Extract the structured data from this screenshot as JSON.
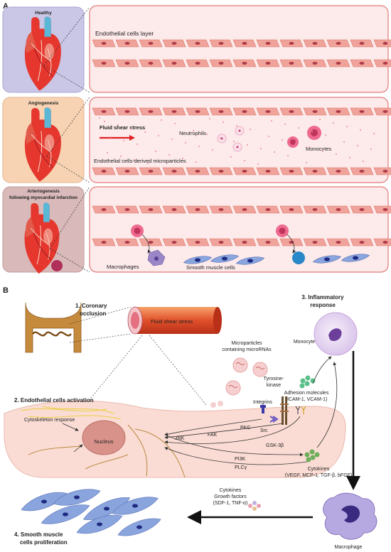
{
  "panel_a": {
    "label": "A",
    "healthy": "Healthy",
    "angiogenesis": "Angiogenesis",
    "arteriogenesis_1": "Arteriogenesis",
    "arteriogenesis_2": "following myocardial infarction",
    "endothelial_layer": "Endothelial cells layer",
    "fluid_shear": "Fluid shear stress",
    "neutrophils": "Neutrophils",
    "monocytes": "Monocytes",
    "microparticles": "Endothelial cells-derived microparticles",
    "macrophages": "Macrophages",
    "smooth_muscle": "Smooth muscle cells"
  },
  "panel_b": {
    "label": "B",
    "step1_a": "1. Coronary",
    "step1_b": "occlusion",
    "fluid_shear": "Fluid shear stress",
    "step3_a": "3. Inflammatory",
    "step3_b": "response",
    "monocyte": "Monocyte",
    "microparticles_a": "Microparticles",
    "microparticles_b": "containing microRNAs",
    "tyrosine_a": "Tyrosine-",
    "tyrosine_b": "kinase",
    "adhesion_a": "Adhesion molecules",
    "adhesion_b": "(ICAM-1, VCAM-1)",
    "step2": "2. Endothelial cells activation",
    "integrins": "Integrins",
    "cytoskeleton": "Cytoskeleton response",
    "nucleus": "Nucleus",
    "pkc": "PKC",
    "src": "Src",
    "fak": "FAK",
    "jnk": "JNK",
    "gsk": "GSK-3β",
    "pi3k": "PI3K",
    "plcy": "PLCγ",
    "cytokines_a": "Cytokines",
    "cytokines_b": "(VEGF, MCP-1, TGF-β, bFGF)",
    "gf_a": "Cytokines",
    "gf_b": "Growth factors",
    "gf_c": "(SDF-1, TNF-α)",
    "step4_a": "4. Smooth muscle",
    "step4_b": "cells proliferation",
    "macrophage": "Macrophage"
  },
  "colors": {
    "panel_border": "#e07a7a",
    "panel_fill": "#fdeaea",
    "endo_cell": "#f0a39a",
    "endo_nucleus": "#b03a4a",
    "healthy_bg": "#c9c6e6",
    "angio_bg": "#f7d3b3",
    "arterio_bg": "#d9b9b9",
    "arrow_red": "#e02020"
  }
}
